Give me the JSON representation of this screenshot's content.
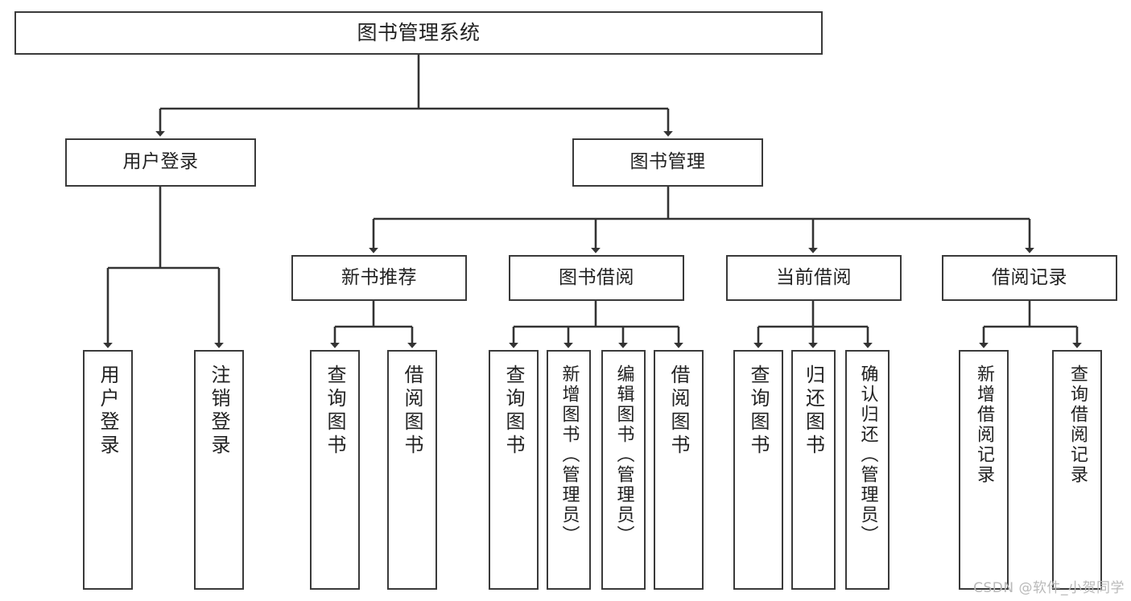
{
  "diagram": {
    "title": "图书管理系统",
    "watermark": "CSDN @软件_小贺同学",
    "colors": {
      "background": "#ffffff",
      "node_border": "#3a3a3a",
      "node_fill": "#ffffff",
      "edge": "#333333",
      "text": "#222222",
      "watermark": "#b9b9b9"
    },
    "root": {
      "label": "图书管理系统"
    },
    "level2": [
      {
        "label": "用户登录"
      },
      {
        "label": "图书管理"
      }
    ],
    "level3": [
      {
        "label": "新书推荐"
      },
      {
        "label": "图书借阅"
      },
      {
        "label": "当前借阅"
      },
      {
        "label": "借阅记录"
      }
    ],
    "leaves": {
      "user_login": [
        {
          "label": "用户登录"
        },
        {
          "label": "注销登录"
        }
      ],
      "new_book_recommend": [
        {
          "label": "查询图书"
        },
        {
          "label": "借阅图书"
        }
      ],
      "book_borrow": [
        {
          "label": "查询图书"
        },
        {
          "label": "新增图书（管理员）"
        },
        {
          "label": "编辑图书（管理员）"
        },
        {
          "label": "借阅图书"
        }
      ],
      "current_borrow": [
        {
          "label": "查询图书"
        },
        {
          "label": "归还图书"
        },
        {
          "label": "确认归还（管理员）"
        }
      ],
      "borrow_record": [
        {
          "label": "新增借阅记录"
        },
        {
          "label": "查询借阅记录"
        }
      ]
    }
  }
}
